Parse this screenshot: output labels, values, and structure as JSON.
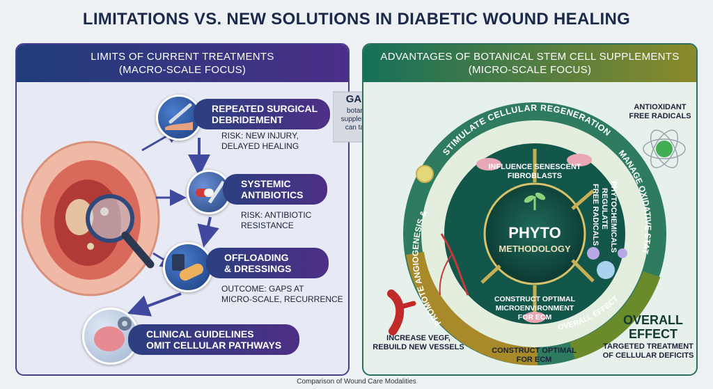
{
  "title": "LIMITATIONS VS. NEW SOLUTIONS IN DIABETIC WOUND HEALING",
  "left": {
    "heading_line1": "LIMITS OF CURRENT TREATMENTS",
    "heading_line2": "(MACRO-SCALE FOCUS)",
    "items": [
      {
        "title_line1": "REPEATED SURGICAL",
        "title_line2": "DEBRIDEMENT",
        "note_line1": "RISK: NEW INJURY,",
        "note_line2": "DELAYED HEALING",
        "icon": "scalpel-icon"
      },
      {
        "title_line1": "SYSTEMIC",
        "title_line2": "ANTIBIOTICS",
        "note_line1": "RISK: ANTIBIOTIC",
        "note_line2": "RESISTANCE",
        "icon": "pill-syringe-icon"
      },
      {
        "title_line1": "OFFLOADING",
        "title_line2": "& DRESSINGS",
        "note_line1": "OUTCOME: GAPS AT",
        "note_line2": "MICRO-SCALE, RECURRENCE",
        "icon": "bandage-icon"
      },
      {
        "title_line1": "CLINICAL GUIDELINES",
        "title_line2": "OMIT CELLULAR PATHWAYS",
        "icon": "brain-gear-icon"
      }
    ]
  },
  "gaps": {
    "title": "GAPS",
    "line1": "botanical",
    "line2": "supplements",
    "line3": "can target"
  },
  "right": {
    "heading_line1": "ADVANTAGES OF BOTANICAL STEM CELL SUPPLEMENTS",
    "heading_line2": "(MICRO-SCALE FOCUS)",
    "ring_top": "STIMULATE CELLULAR REGENERATION",
    "ring_right": "MANAGE OXIDATIVE STATE",
    "ring_left": "PROMOTE ANGIOGENESIS & ECM",
    "ring_bottom": "OVERALL EFFECT",
    "center_line1": "PHYTO",
    "center_line2": "METHODOLOGY",
    "inner_top_line1": "INFLUENCE SENESCENT",
    "inner_top_line2": "FIBROBLASTS",
    "inner_right_line1": "PHYTOCHEMICALS",
    "inner_right_line2": "REGULATE",
    "inner_right_line3": "FREE RADICALS",
    "inner_bottom_line1": "CONSTRUCT OPTIMAL",
    "inner_bottom_line2": "MICROENVIRONMENT",
    "inner_bottom_line3": "FOR ECM",
    "antiox_line1": "ANTIOXIDANT",
    "antiox_line2": "FREE RADICALS",
    "vegf_line1": "INCREASE VEGF,",
    "vegf_line2": "REBUILD NEW VESSELS",
    "ecm_line1": "CONSTRUCT OPTIMAL",
    "ecm_line2": "FOR ECM",
    "overall_line1": "OVERALL",
    "overall_line2": "EFFECT",
    "targeted_line1": "TARGETED TREATMENT",
    "targeted_line2": "OF CELLULAR DEFICITS"
  },
  "caption": "Comparison of Wound Care Modalities",
  "colors": {
    "left_accent": "#4b2f88",
    "right_accent": "#16705a",
    "ring_gold": "#a88a2a",
    "ring_green": "#2f7b5f"
  }
}
